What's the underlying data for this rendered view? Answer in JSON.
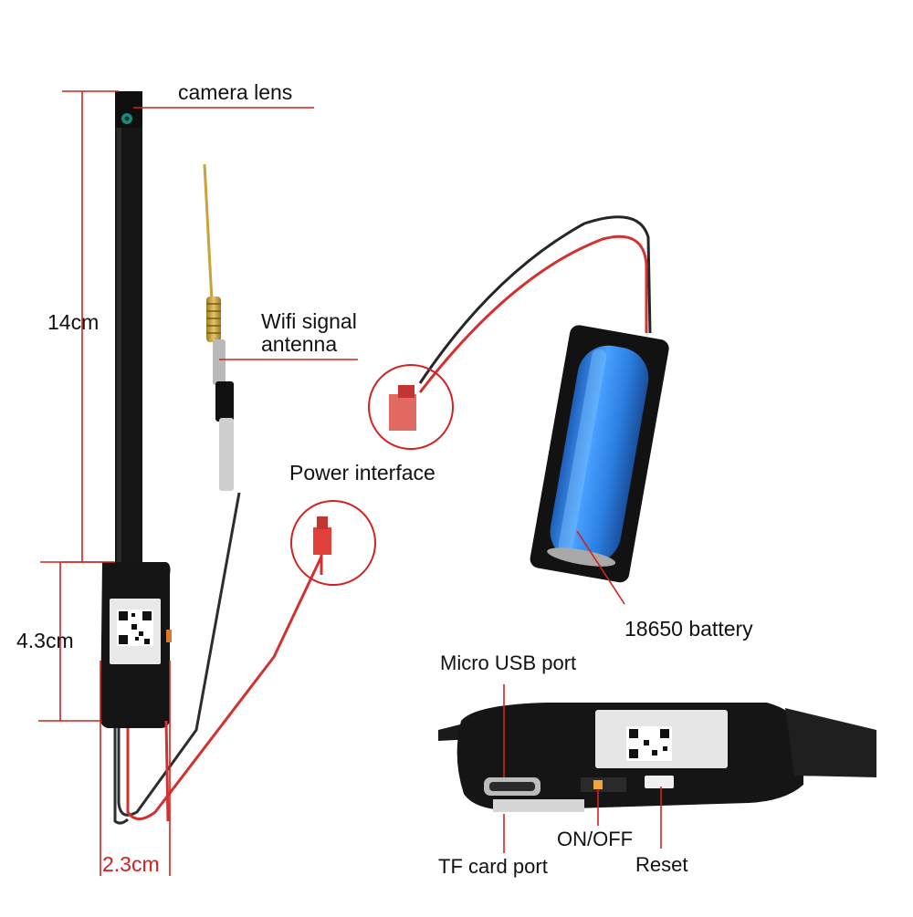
{
  "labels": {
    "camera_lens": "camera lens",
    "length_14cm": "14cm",
    "wifi_line1": "Wifi signal",
    "wifi_line2": "antenna",
    "power_interface": "Power interface",
    "battery": "18650 battery",
    "height_43cm": "4.3cm",
    "width_23cm": "2.3cm",
    "micro_usb": "Micro USB port",
    "tf_card": "TF card port",
    "on_off": "ON/OFF",
    "reset": "Reset"
  },
  "colors": {
    "line": "#d42020",
    "board": "#151515",
    "battery_blue": "#2a7ee0",
    "connector": "#e0413a",
    "antenna": "#c9a23a"
  }
}
